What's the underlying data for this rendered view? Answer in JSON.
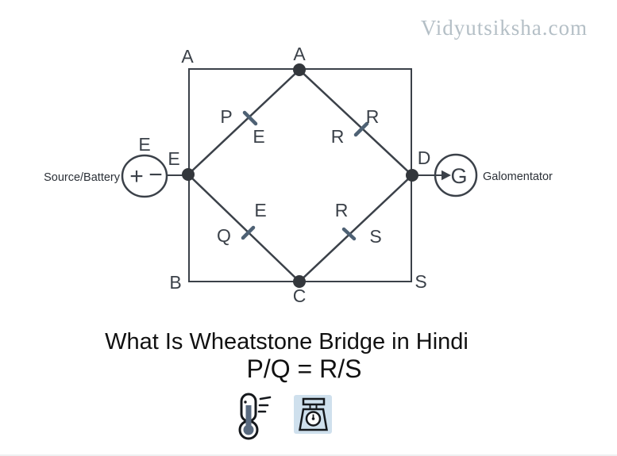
{
  "watermark": {
    "text": "Vidyutsiksha.com"
  },
  "captions": {
    "title": "What Is Wheatstone Bridge in Hindi",
    "formula": "P/Q = R/S"
  },
  "circuit": {
    "corners": {
      "top_left": "A",
      "bottom_left": "B",
      "bottom_right": "S"
    },
    "nodes": {
      "top": "A",
      "bottom": "C",
      "left": "E",
      "right": "D"
    },
    "arms": {
      "top_left": {
        "resistor": "P",
        "inner": "E"
      },
      "top_right": {
        "resistor": "R",
        "inner": "R"
      },
      "bottom_left": {
        "resistor": "Q",
        "inner": "E"
      },
      "bottom_right": {
        "resistor": "S",
        "inner": "R"
      }
    },
    "battery": {
      "label": "E",
      "caption": "Source/Battery",
      "plus": "+",
      "minus": "−"
    },
    "galvanometer": {
      "symbol": "G",
      "caption": "Galomentator"
    }
  },
  "icons": {
    "left": "thermometer-icon",
    "right": "weighing-scale-icon"
  },
  "colors": {
    "wire": "#3b4149",
    "tick": "#4e6174",
    "node": "#33373c",
    "watermark": "#b4bfc6",
    "icon_bg": "#cfe0ed",
    "mercury": "#5a6b80",
    "text": "#111111"
  }
}
